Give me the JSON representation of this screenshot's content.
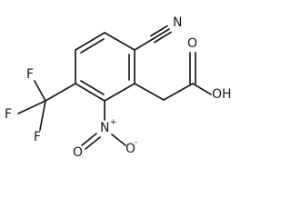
{
  "molecule": {
    "atoms": {
      "nitrile_n": "N",
      "carboxyl_oh": "OH",
      "carboxyl_o": "O",
      "nitro_n": "N",
      "nitro_n_charge": "+",
      "nitro_o_right": "O",
      "nitro_o_right_charge": "-",
      "nitro_o_left": "O",
      "fluorine_top": "F",
      "fluorine_left": "F",
      "fluorine_bottom": "F"
    }
  },
  "colors": {
    "ink": "#1a1a1a",
    "background": "#ffffff"
  }
}
